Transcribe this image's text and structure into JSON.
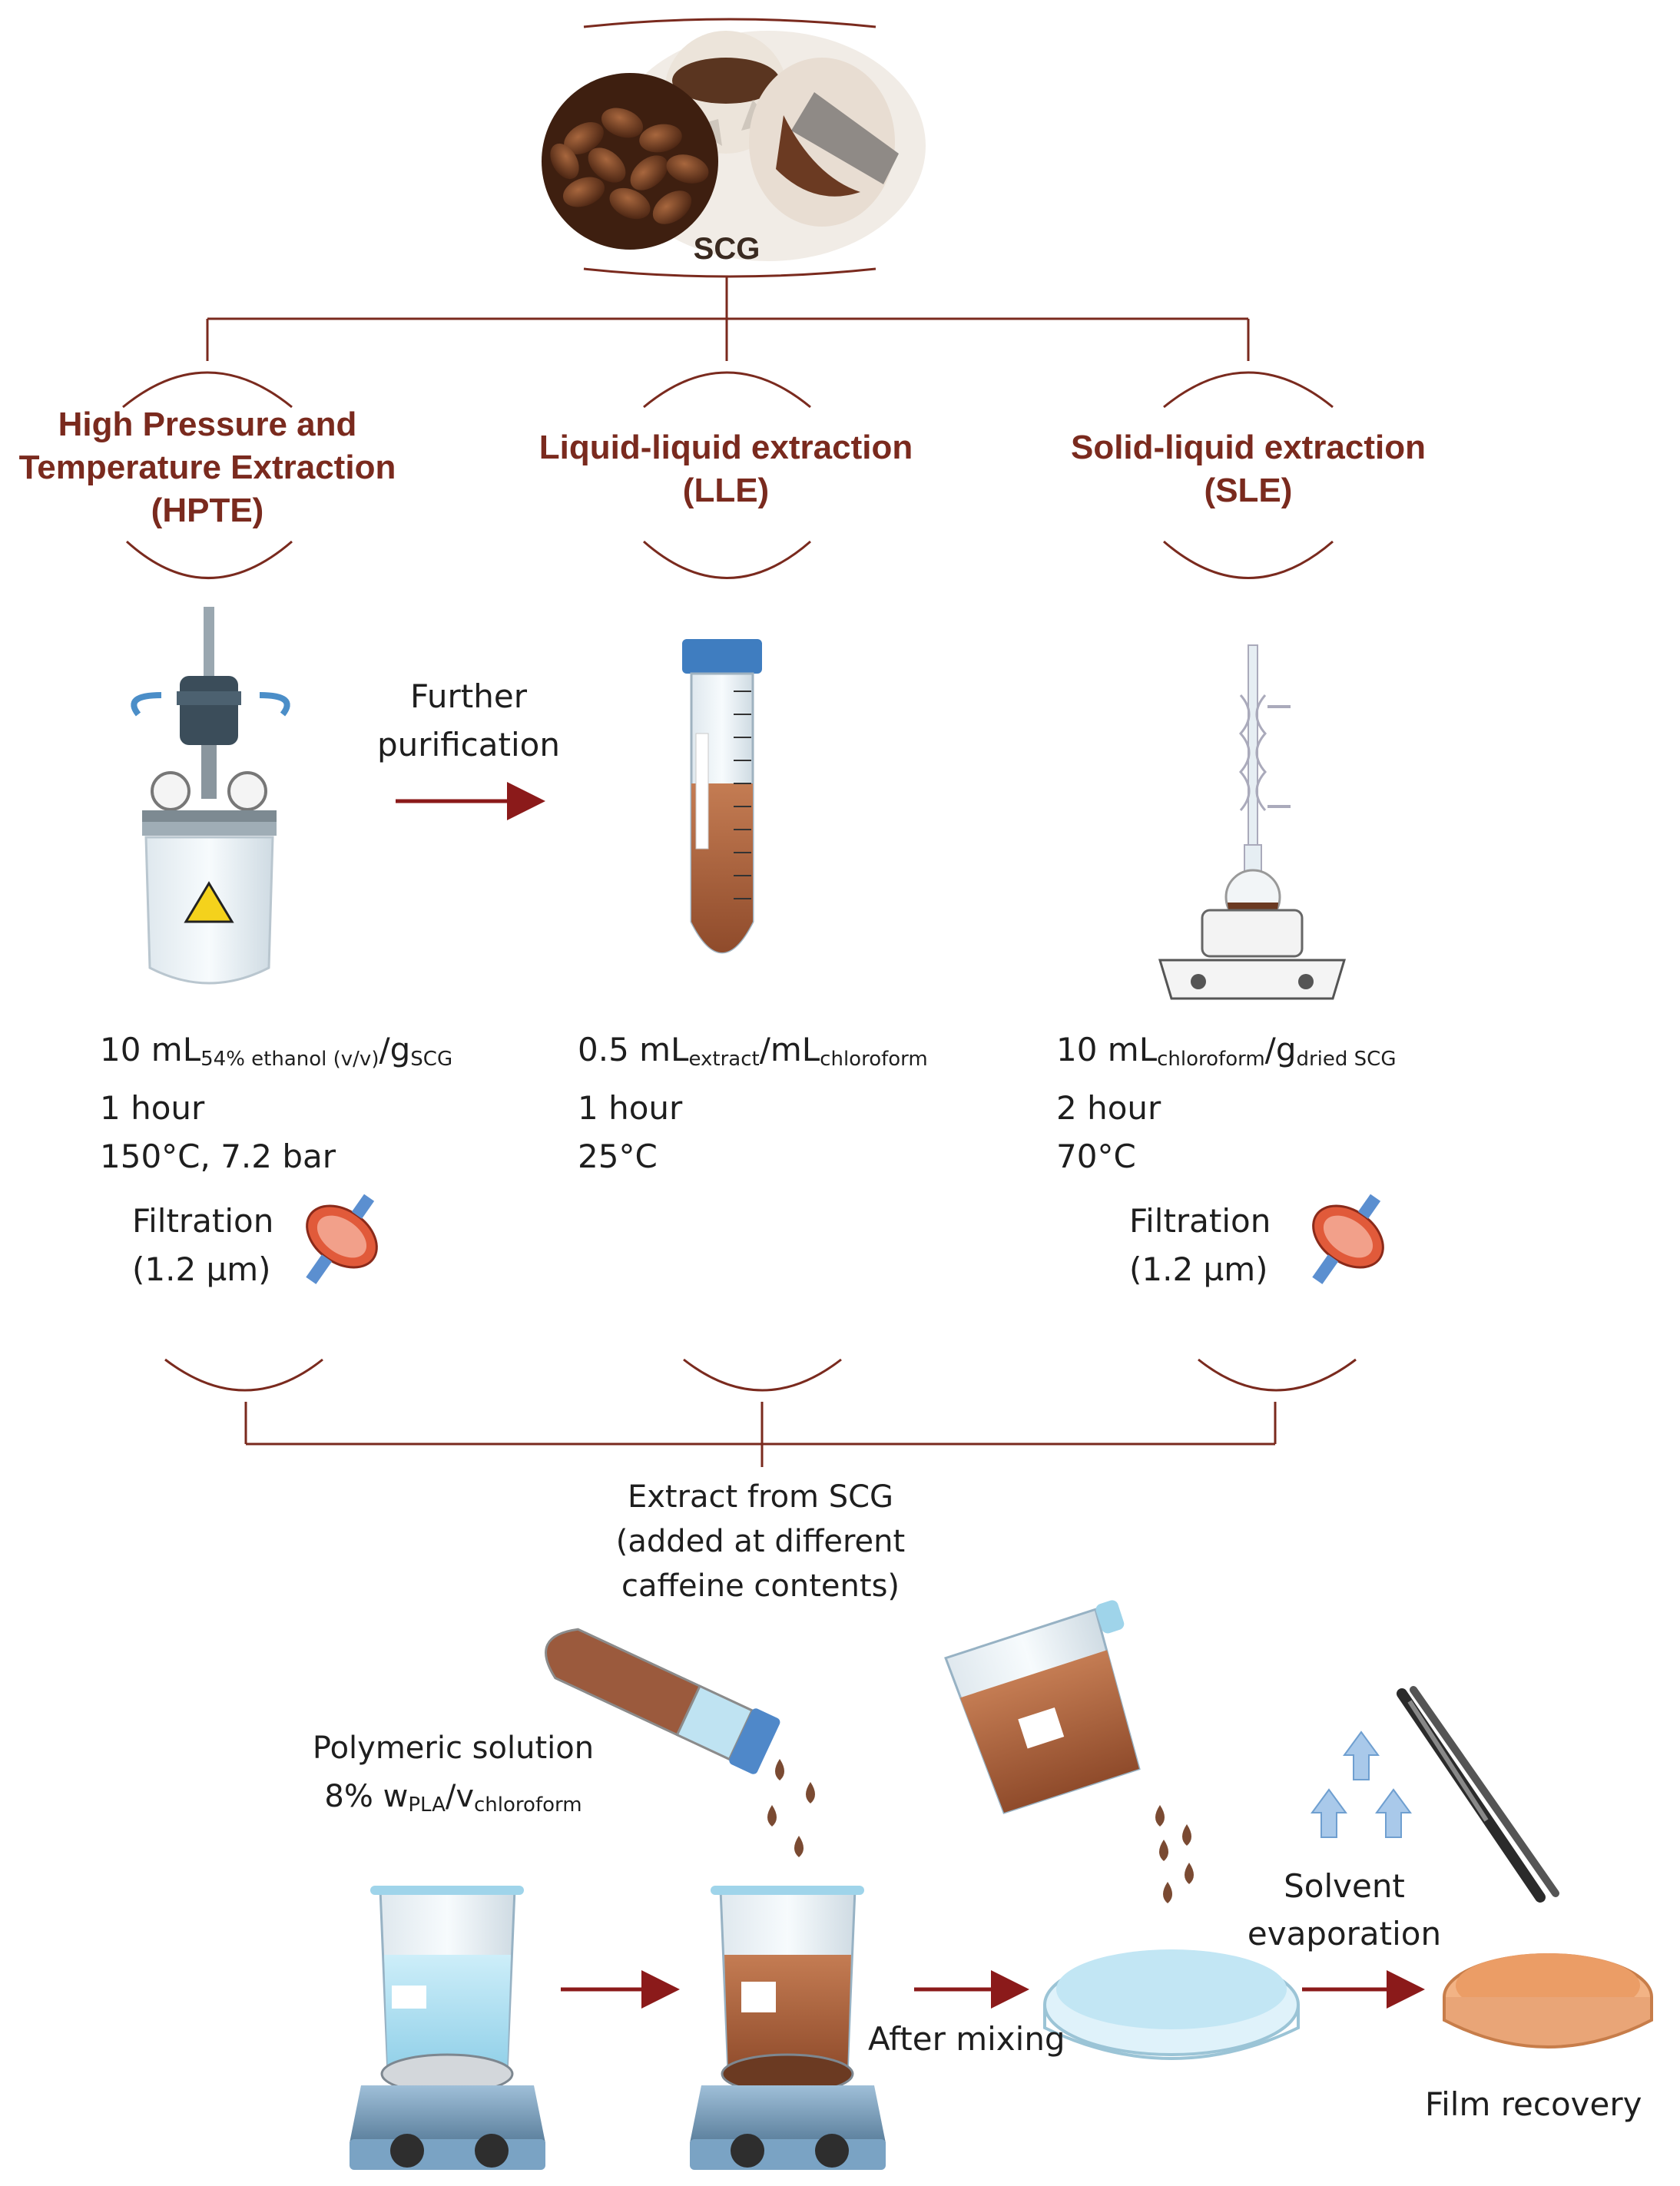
{
  "source": {
    "label": "SCG"
  },
  "methods": [
    {
      "name_line1": "High Pressure and",
      "name_line2": "Temperature Extraction",
      "name_line3": "(HPTE)",
      "ratio_main": "10 mL",
      "ratio_sub1": "54% ethanol (v/v)",
      "ratio_mid": "/g",
      "ratio_sub2": "SCG",
      "time": "1 hour",
      "conditions": "150°C, 7.2 bar",
      "filtration": "Filtration",
      "pore": "(1.2 µm)"
    },
    {
      "name_line1": "Liquid-liquid extraction",
      "name_line2": "(LLE)",
      "ratio_main": "0.5 mL",
      "ratio_sub1": "extract",
      "ratio_mid": "/mL",
      "ratio_sub2": "chloroform",
      "time": "1 hour",
      "conditions": "25°C"
    },
    {
      "name_line1": "Solid-liquid extraction",
      "name_line2": "(SLE)",
      "ratio_main": "10 mL",
      "ratio_sub1": "chloroform",
      "ratio_mid": "/g",
      "ratio_sub2": "dried SCG",
      "time": "2 hour",
      "conditions": "70°C",
      "filtration": "Filtration",
      "pore": "(1.2 µm)"
    }
  ],
  "purification": {
    "line1": "Further",
    "line2": "purification"
  },
  "extract": {
    "line1": "Extract from SCG",
    "line2": "(added at different",
    "line3": "caffeine contents)"
  },
  "polymer": {
    "line1": "Polymeric solution",
    "line2_main": "8% w",
    "line2_sub1": "PLA",
    "line2_mid": "/v",
    "line2_sub2": "chloroform"
  },
  "after_mixing": "After mixing",
  "evaporation": {
    "line1": "Solvent",
    "line2": "evaporation"
  },
  "film_recovery": "Film recovery",
  "colors": {
    "accent": "#7a2a1e",
    "arrow": "#8b1a1a",
    "coffee": "#6b3a22",
    "liquid_brown": "#b0653f",
    "blue_liquid": "#bfe3f2"
  },
  "icons": [
    "coffee-beans-icon",
    "reactor-icon",
    "centrifuge-tube-icon",
    "soxhlet-icon",
    "syringe-filter-icon",
    "beaker-icon",
    "hot-plate-icon",
    "petri-dish-icon",
    "tweezers-icon"
  ]
}
